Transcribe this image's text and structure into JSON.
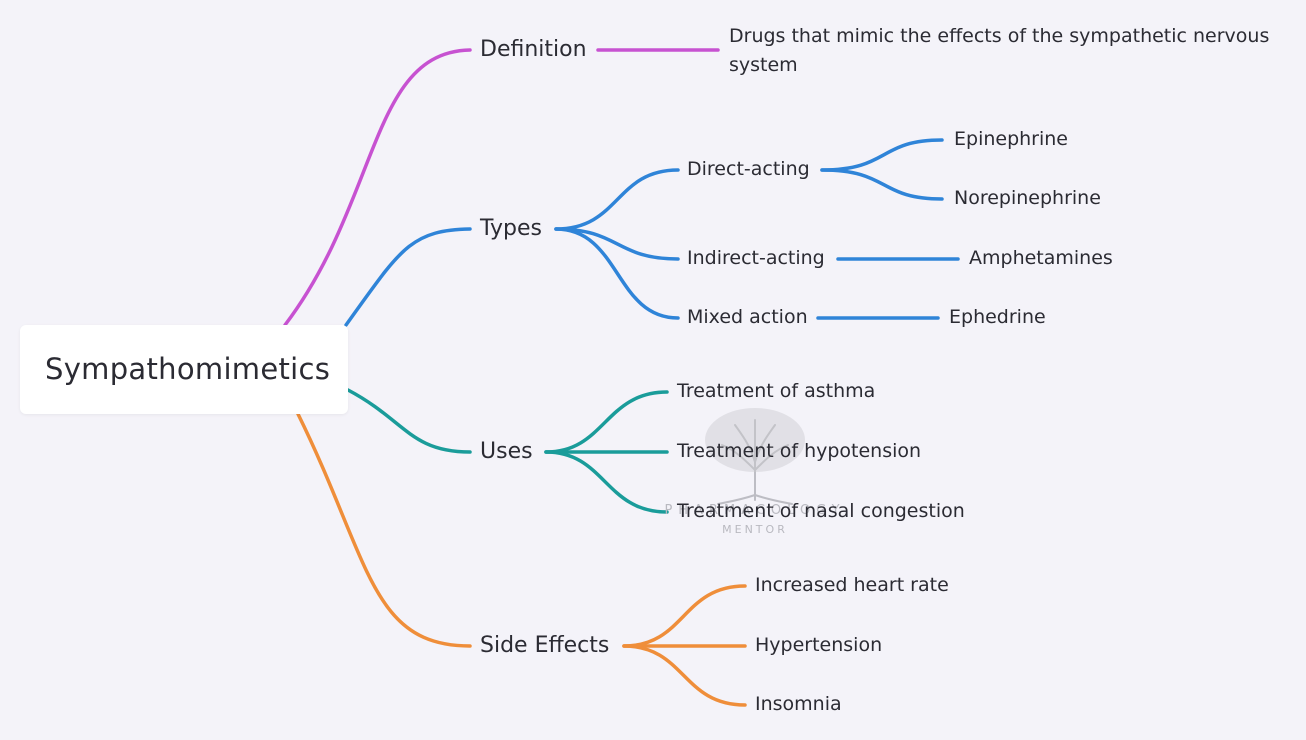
{
  "root": {
    "label": "Sympathomimetics"
  },
  "branches": {
    "definition": {
      "label": "Definition",
      "color": "#c752d1",
      "text": "Drugs that mimic the effects of the sympathetic nervous system"
    },
    "types": {
      "label": "Types",
      "color": "#2f84d8",
      "direct": {
        "label": "Direct-acting",
        "children": [
          "Epinephrine",
          "Norepinephrine"
        ]
      },
      "indirect": {
        "label": "Indirect-acting",
        "children": [
          "Amphetamines"
        ]
      },
      "mixed": {
        "label": "Mixed action",
        "children": [
          "Ephedrine"
        ]
      }
    },
    "uses": {
      "label": "Uses",
      "color": "#1a9c9a",
      "items": [
        "Treatment of asthma",
        "Treatment of hypotension",
        "Treatment of nasal congestion"
      ]
    },
    "side_effects": {
      "label": "Side Effects",
      "color": "#ef8e3a",
      "items": [
        "Increased heart rate",
        "Hypertension",
        "Insomnia"
      ]
    }
  },
  "watermark": {
    "name": "PHARMACOLOGY",
    "sub": "MENTOR"
  }
}
